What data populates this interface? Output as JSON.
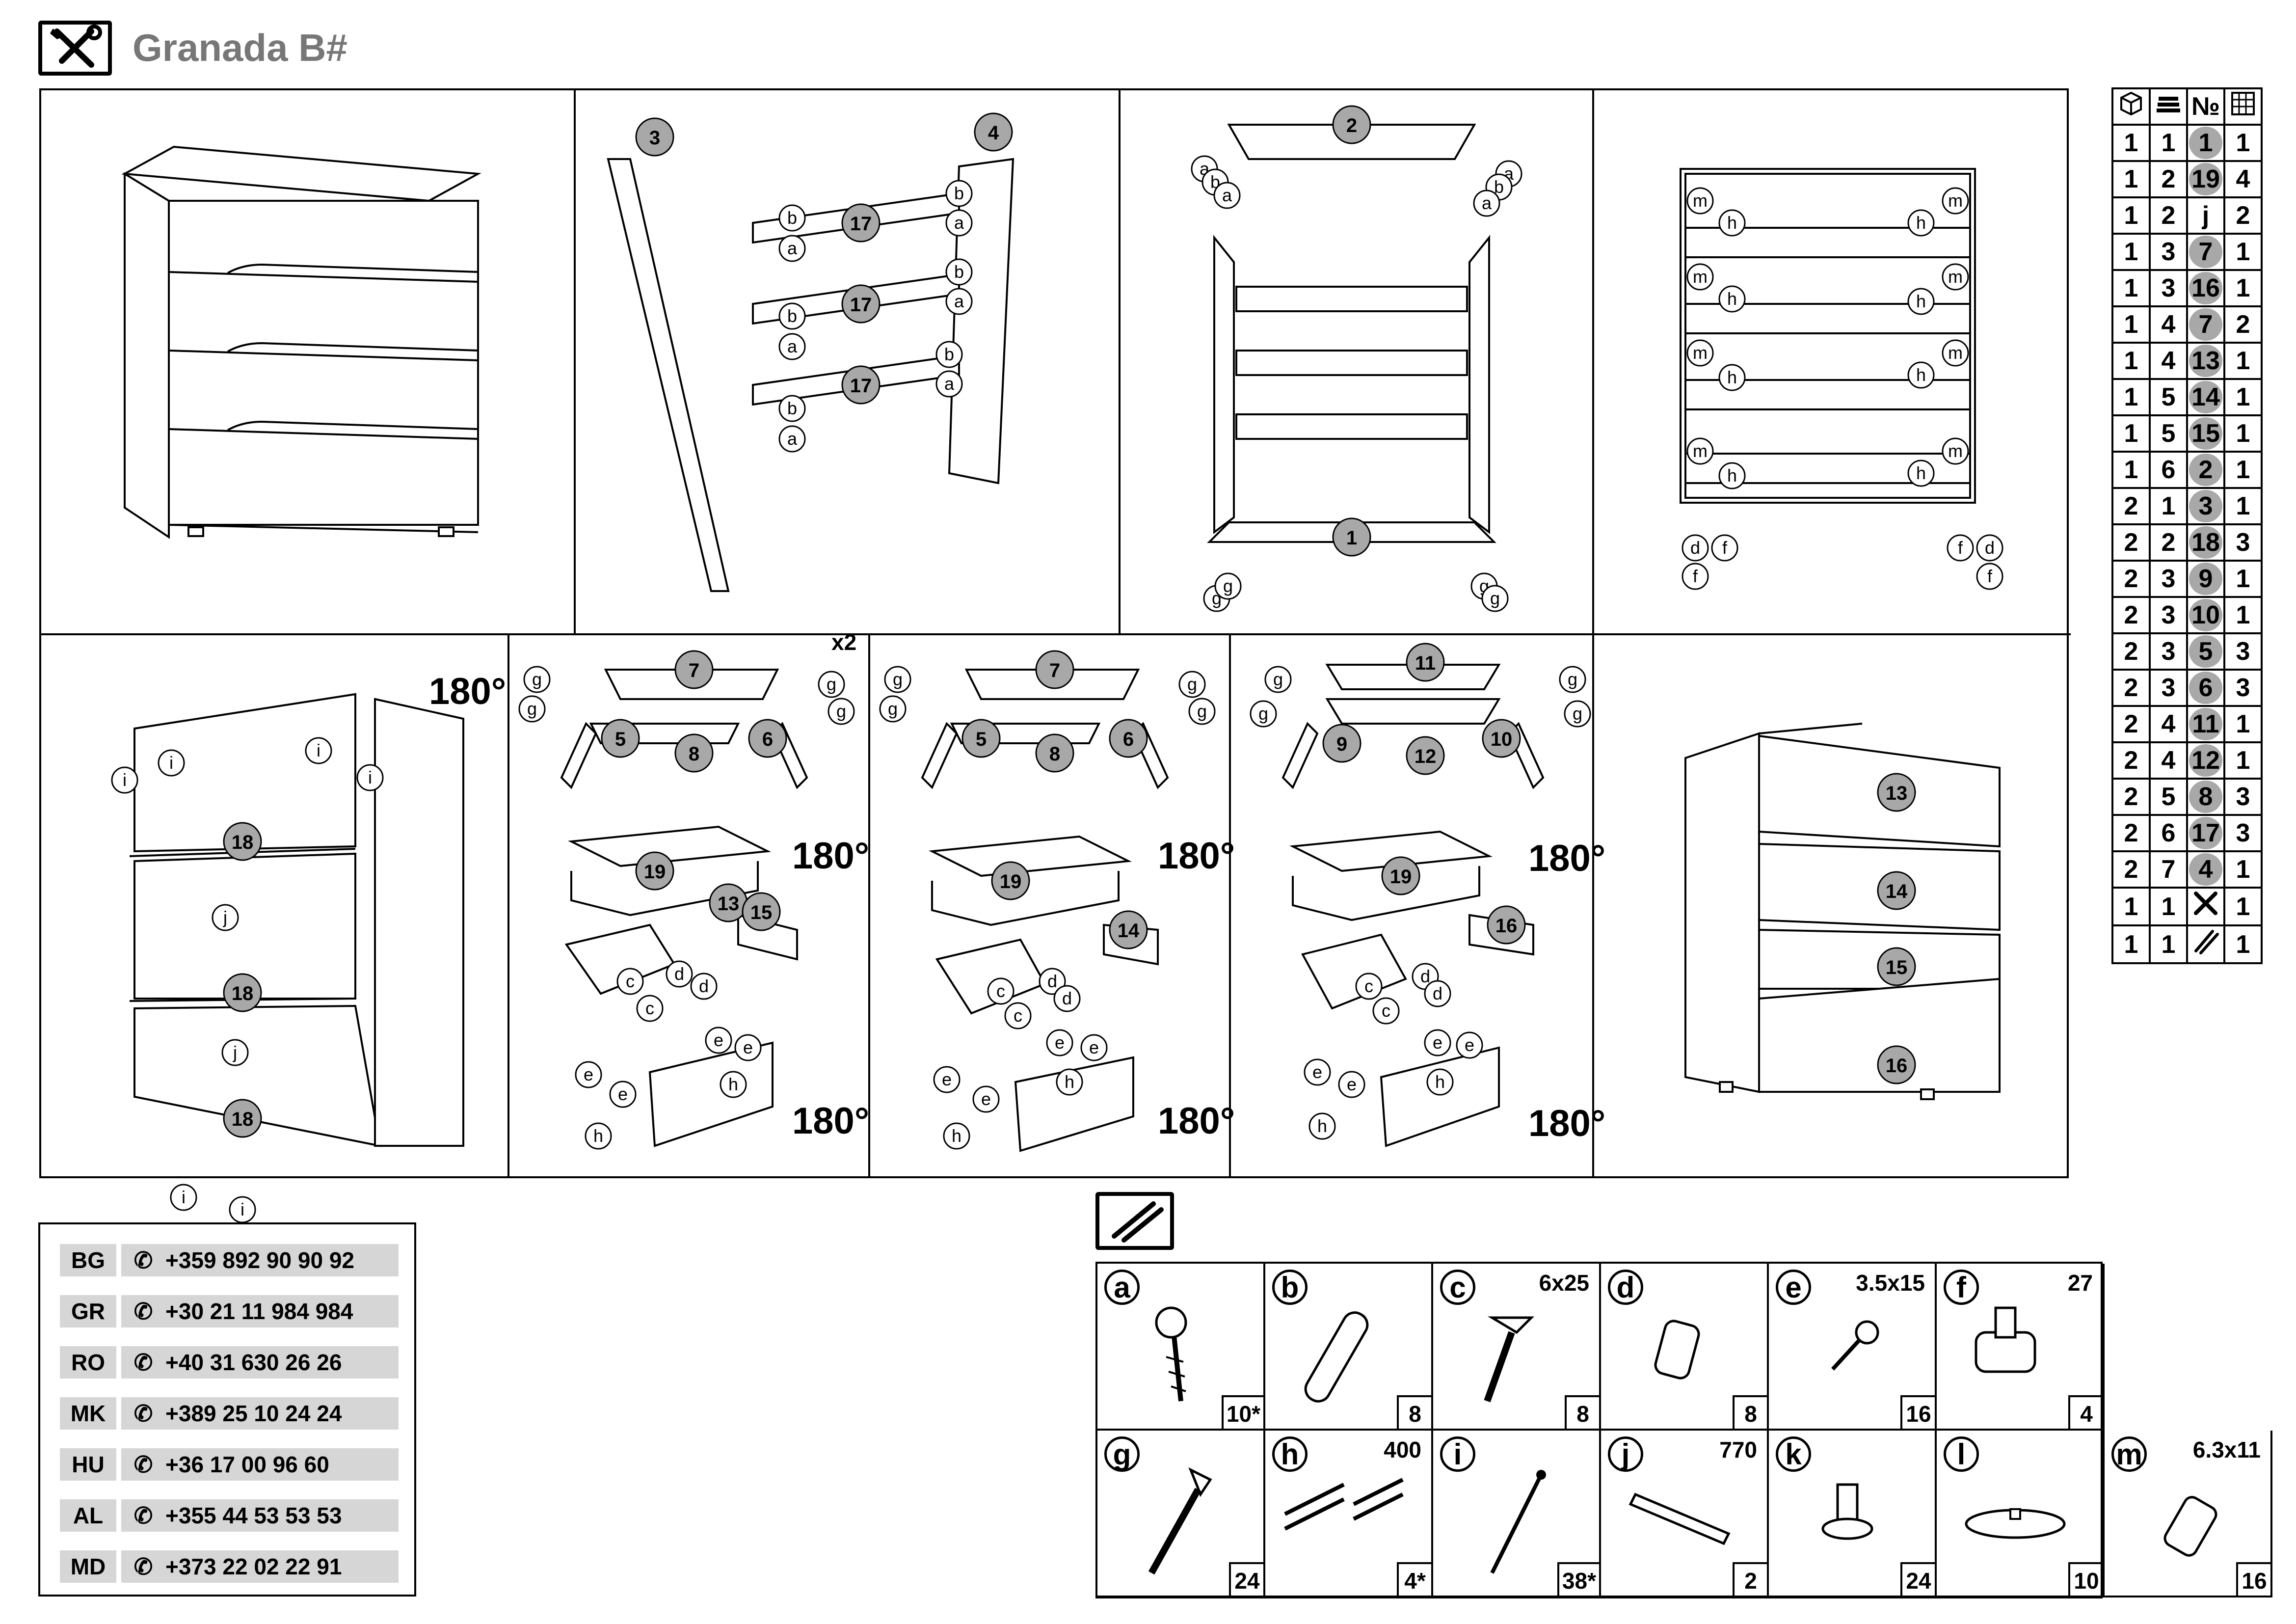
{
  "header": {
    "title": "Granada B#"
  },
  "part_numbers": {
    "p1": "1",
    "p2": "2",
    "p3": "3",
    "p4": "4",
    "p5": "5",
    "p6": "6",
    "p7": "7",
    "p8": "8",
    "p9": "9",
    "p10": "10",
    "p11": "11",
    "p12": "12",
    "p13": "13",
    "p14": "14",
    "p15": "15",
    "p16": "16",
    "p17": "17",
    "p18": "18",
    "p19": "19"
  },
  "hardware_letters": {
    "a": "a",
    "b": "b",
    "c": "c",
    "d": "d",
    "e": "e",
    "f": "f",
    "g": "g",
    "h": "h",
    "i": "i",
    "j": "j",
    "k": "k",
    "l": "l",
    "m": "m"
  },
  "rotation_labels": {
    "r180": "180°"
  },
  "multiplier": "x2",
  "parts_table": {
    "headers": [
      "",
      "",
      "№",
      ""
    ],
    "rows": [
      [
        "1",
        "1",
        "1",
        "1"
      ],
      [
        "1",
        "2",
        "19",
        "4"
      ],
      [
        "1",
        "2",
        "j",
        "2"
      ],
      [
        "1",
        "3",
        "7",
        "1"
      ],
      [
        "1",
        "3",
        "16",
        "1"
      ],
      [
        "1",
        "4",
        "7",
        "2"
      ],
      [
        "1",
        "4",
        "13",
        "1"
      ],
      [
        "1",
        "5",
        "14",
        "1"
      ],
      [
        "1",
        "5",
        "15",
        "1"
      ],
      [
        "1",
        "6",
        "2",
        "1"
      ],
      [
        "2",
        "1",
        "3",
        "1"
      ],
      [
        "2",
        "2",
        "18",
        "3"
      ],
      [
        "2",
        "3",
        "9",
        "1"
      ],
      [
        "2",
        "3",
        "10",
        "1"
      ],
      [
        "2",
        "3",
        "5",
        "3"
      ],
      [
        "2",
        "3",
        "6",
        "3"
      ],
      [
        "2",
        "4",
        "11",
        "1"
      ],
      [
        "2",
        "4",
        "12",
        "1"
      ],
      [
        "2",
        "5",
        "8",
        "3"
      ],
      [
        "2",
        "6",
        "17",
        "3"
      ],
      [
        "2",
        "7",
        "4",
        "1"
      ],
      [
        "1",
        "1",
        "tool",
        "1"
      ],
      [
        "1",
        "1",
        "hardware",
        "1"
      ]
    ]
  },
  "phones": [
    {
      "code": "BG",
      "number": "+359 892 90 90 92"
    },
    {
      "code": "GR",
      "number": "+30 21 11 984 984"
    },
    {
      "code": "RO",
      "number": "+40 31 630 26 26"
    },
    {
      "code": "MK",
      "number": "+389 25 10 24 24"
    },
    {
      "code": "HU",
      "number": "+36 17 00 96 60"
    },
    {
      "code": "AL",
      "number": "+355 44 53 53 53"
    },
    {
      "code": "MD",
      "number": "+373 22 02 22 91"
    }
  ],
  "hardware": [
    {
      "letter": "a",
      "size": "",
      "qty": "10*"
    },
    {
      "letter": "b",
      "size": "",
      "qty": "8"
    },
    {
      "letter": "c",
      "size": "6x25",
      "qty": "8"
    },
    {
      "letter": "d",
      "size": "",
      "qty": "8"
    },
    {
      "letter": "e",
      "size": "3.5x15",
      "qty": "16"
    },
    {
      "letter": "f",
      "size": "27",
      "qty": "4"
    },
    {
      "letter": "g",
      "size": "",
      "qty": "24"
    },
    {
      "letter": "h",
      "size": "400",
      "qty": "4*"
    },
    {
      "letter": "i",
      "size": "",
      "qty": "38*"
    },
    {
      "letter": "j",
      "size": "770",
      "qty": "2"
    },
    {
      "letter": "k",
      "size": "",
      "qty": "24"
    },
    {
      "letter": "l",
      "size": "",
      "qty": "10"
    },
    {
      "letter": "m",
      "size": "6.3x11",
      "qty": "16"
    }
  ]
}
